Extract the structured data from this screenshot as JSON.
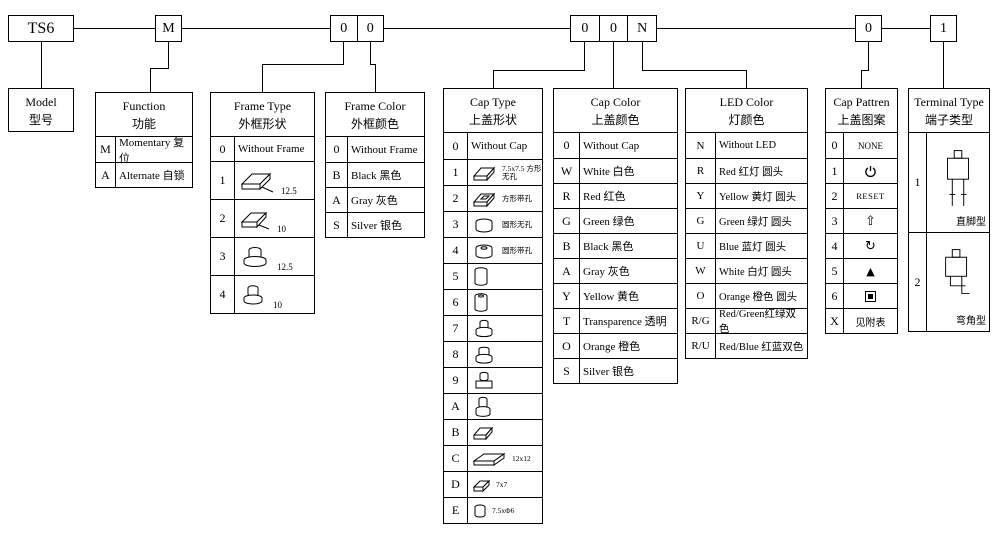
{
  "accent_color": "#000000",
  "top_code": {
    "boxes": [
      {
        "cells": [
          "TS6"
        ]
      },
      {
        "cells": [
          "M"
        ]
      },
      {
        "cells": [
          "0",
          "0"
        ]
      },
      {
        "cells": [
          "0",
          "0",
          "N"
        ]
      },
      {
        "cells": [
          "0"
        ]
      },
      {
        "cells": [
          "1"
        ]
      }
    ]
  },
  "model": {
    "title_en": "Model",
    "title_zh": "型号"
  },
  "function": {
    "title_en": "Function",
    "title_zh": "功能",
    "rows": [
      {
        "code": "M",
        "desc": "Momentary 复位"
      },
      {
        "code": "A",
        "desc": "Alternate 自锁"
      }
    ]
  },
  "frame_type": {
    "title_en": "Frame Type",
    "title_zh": "外框形状",
    "rows": [
      {
        "code": "0",
        "desc": "Without Frame"
      },
      {
        "code": "1",
        "dim": "12.5"
      },
      {
        "code": "2",
        "dim": "10"
      },
      {
        "code": "3",
        "dim": "12.5"
      },
      {
        "code": "4",
        "dim": "10"
      }
    ]
  },
  "frame_color": {
    "title_en": "Frame Color",
    "title_zh": "外框颜色",
    "rows": [
      {
        "code": "0",
        "desc": "Without Frame"
      },
      {
        "code": "B",
        "desc": "Black 黑色"
      },
      {
        "code": "A",
        "desc": "Gray 灰色"
      },
      {
        "code": "S",
        "desc": "Silver 银色"
      }
    ]
  },
  "cap_type": {
    "title_en": "Cap Type",
    "title_zh": "上盖形状",
    "rows": [
      {
        "code": "0",
        "desc": "Without Cap"
      },
      {
        "code": "1",
        "note": "7.5x7.5 方形无孔"
      },
      {
        "code": "2",
        "note": "方形带孔"
      },
      {
        "code": "3",
        "note": "圆形无孔"
      },
      {
        "code": "4",
        "note": "圆形带孔"
      },
      {
        "code": "5",
        "note": ""
      },
      {
        "code": "6",
        "note": ""
      },
      {
        "code": "7",
        "note": ""
      },
      {
        "code": "8",
        "note": ""
      },
      {
        "code": "9",
        "note": ""
      },
      {
        "code": "A",
        "note": ""
      },
      {
        "code": "B",
        "note": ""
      },
      {
        "code": "C",
        "note": "12x12"
      },
      {
        "code": "D",
        "note": "7x7"
      },
      {
        "code": "E",
        "note": "7.5xΦ6"
      }
    ]
  },
  "cap_color": {
    "title_en": "Cap Color",
    "title_zh": "上盖颜色",
    "rows": [
      {
        "code": "0",
        "desc": "Without Cap"
      },
      {
        "code": "W",
        "desc": "White 白色"
      },
      {
        "code": "R",
        "desc": "Red 红色"
      },
      {
        "code": "G",
        "desc": "Green 绿色"
      },
      {
        "code": "B",
        "desc": "Black 黑色"
      },
      {
        "code": "A",
        "desc": "Gray 灰色"
      },
      {
        "code": "Y",
        "desc": "Yellow 黄色"
      },
      {
        "code": "T",
        "desc": "Transparence 透明"
      },
      {
        "code": "O",
        "desc": "Orange 橙色"
      },
      {
        "code": "S",
        "desc": "Silver 银色"
      }
    ]
  },
  "led_color": {
    "title_en": "LED Color",
    "title_zh": "灯颜色",
    "rows": [
      {
        "code": "N",
        "desc": "Without LED"
      },
      {
        "code": "R",
        "desc": "Red 红灯 圆头"
      },
      {
        "code": "Y",
        "desc": "Yellow 黄灯 圆头"
      },
      {
        "code": "G",
        "desc": "Green 绿灯 圆头"
      },
      {
        "code": "U",
        "desc": "Blue 蓝灯 圆头"
      },
      {
        "code": "W",
        "desc": "White 白灯 圆头"
      },
      {
        "code": "O",
        "desc": "Orange 橙色 圆头"
      },
      {
        "code": "R/G",
        "desc": "Red/Green红绿双色"
      },
      {
        "code": "R/U",
        "desc": "Red/Blue 红蓝双色"
      }
    ]
  },
  "cap_pattern": {
    "title_en": "Cap Pattren",
    "title_zh": "上盖图案",
    "rows": [
      {
        "code": "0",
        "desc": "NONE"
      },
      {
        "code": "1",
        "icon": "power-icon"
      },
      {
        "code": "2",
        "desc": "RESET"
      },
      {
        "code": "3",
        "glyph": "⇧"
      },
      {
        "code": "4",
        "glyph": "↻"
      },
      {
        "code": "5",
        "glyph": "▲"
      },
      {
        "code": "6",
        "icon": "square-dot-icon"
      },
      {
        "code": "X",
        "desc": "见附表"
      }
    ]
  },
  "terminal_type": {
    "title_en": "Terminal Type",
    "title_zh": "端子类型",
    "rows": [
      {
        "code": "1",
        "label": "直脚型"
      },
      {
        "code": "2",
        "label": "弯角型"
      }
    ]
  }
}
